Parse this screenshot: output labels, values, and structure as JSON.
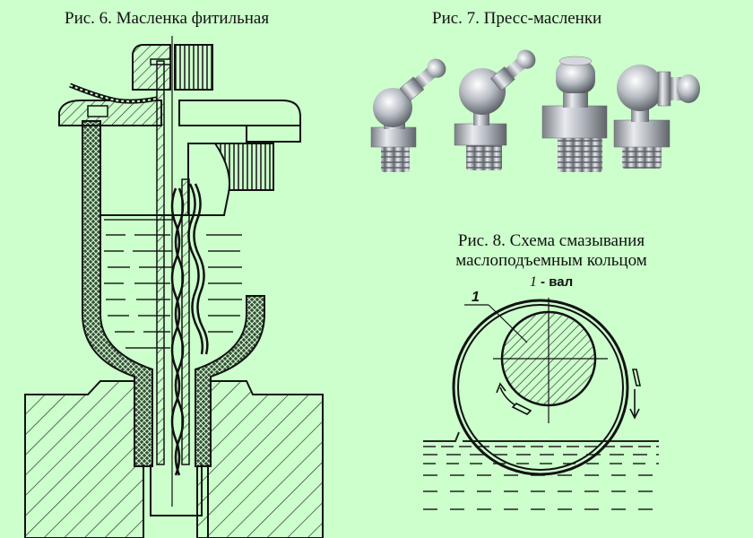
{
  "background_color": "#ccffcc",
  "figures": [
    {
      "id": "fig6",
      "caption": "Рис. 6. Масленка фитильная",
      "subject": "wick-oiler-cross-section"
    },
    {
      "id": "fig7",
      "caption": "Рис. 7. Пресс-масленки",
      "subject": "grease-nipples-photo",
      "items": [
        "angled-45-nipple",
        "angled-ball-nipple",
        "straight-nipple",
        "angled-90-nipple"
      ]
    },
    {
      "id": "fig8",
      "caption_line1": "Рис. 8. Схема смазывания",
      "caption_line2": "маслоподъемным кольцом",
      "legend": {
        "number": "1",
        "separator": " - ",
        "label": "вал"
      },
      "callout_label": "1",
      "subject": "oil-ring-lubrication-scheme"
    }
  ]
}
